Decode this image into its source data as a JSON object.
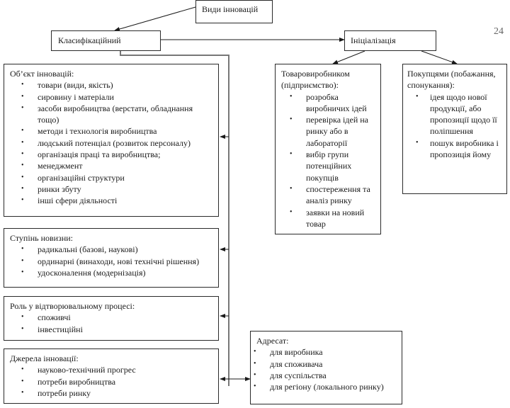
{
  "page_number": "24",
  "root": {
    "label": "Види інновацій"
  },
  "classification": {
    "label": "Класифікаційний"
  },
  "initiation": {
    "label": "Ініціалізація"
  },
  "object": {
    "title": "Об’єкт інновацій:",
    "items": [
      "товари (види, якість)",
      "сировину і матеріали",
      "засоби виробництва (верстати, обладнання тощо)",
      "методи і технологія виробництва",
      "людський потенціал (розвиток персоналу)",
      "організація праці та виробництва;",
      "менеджмент",
      "організаційні структури",
      "ринки збуту",
      "інші сфери діяльності"
    ]
  },
  "novelty": {
    "title": "Ступінь новизни:",
    "items": [
      "радикальні (базові, наукові)",
      "ординарні (винаходи, нові технічні рішення)",
      "удосконалення (модернізація)"
    ]
  },
  "role": {
    "title": "Роль у відтворювальному процесі:",
    "items": [
      "споживчі",
      "інвестиційні"
    ]
  },
  "sources": {
    "title": "Джерела інновації:",
    "items": [
      "науково-технічний прогрес",
      "потреби виробництва",
      "потреби ринку"
    ]
  },
  "producer": {
    "title": "Товаровиробником (підприємство):",
    "items": [
      "розробка виробничих ідей",
      "перевірка ідей на ринку або в лабораторії",
      "вибір групи потенційних покупців",
      "спостереження та аналіз ринку",
      "заявки на новий товар"
    ]
  },
  "buyers": {
    "title": "Покупцями (побажання, спонукання):",
    "items": [
      "ідея щодо нової продукції, або пропозиції щодо її поліпшення",
      "пошук виробника і пропозиція йому"
    ]
  },
  "addressee": {
    "title": "Адресат:",
    "items": [
      "для виробника",
      "для споживача",
      "для суспільства",
      "для регіону (локального ринку)"
    ]
  },
  "bullet_glyph": "•"
}
